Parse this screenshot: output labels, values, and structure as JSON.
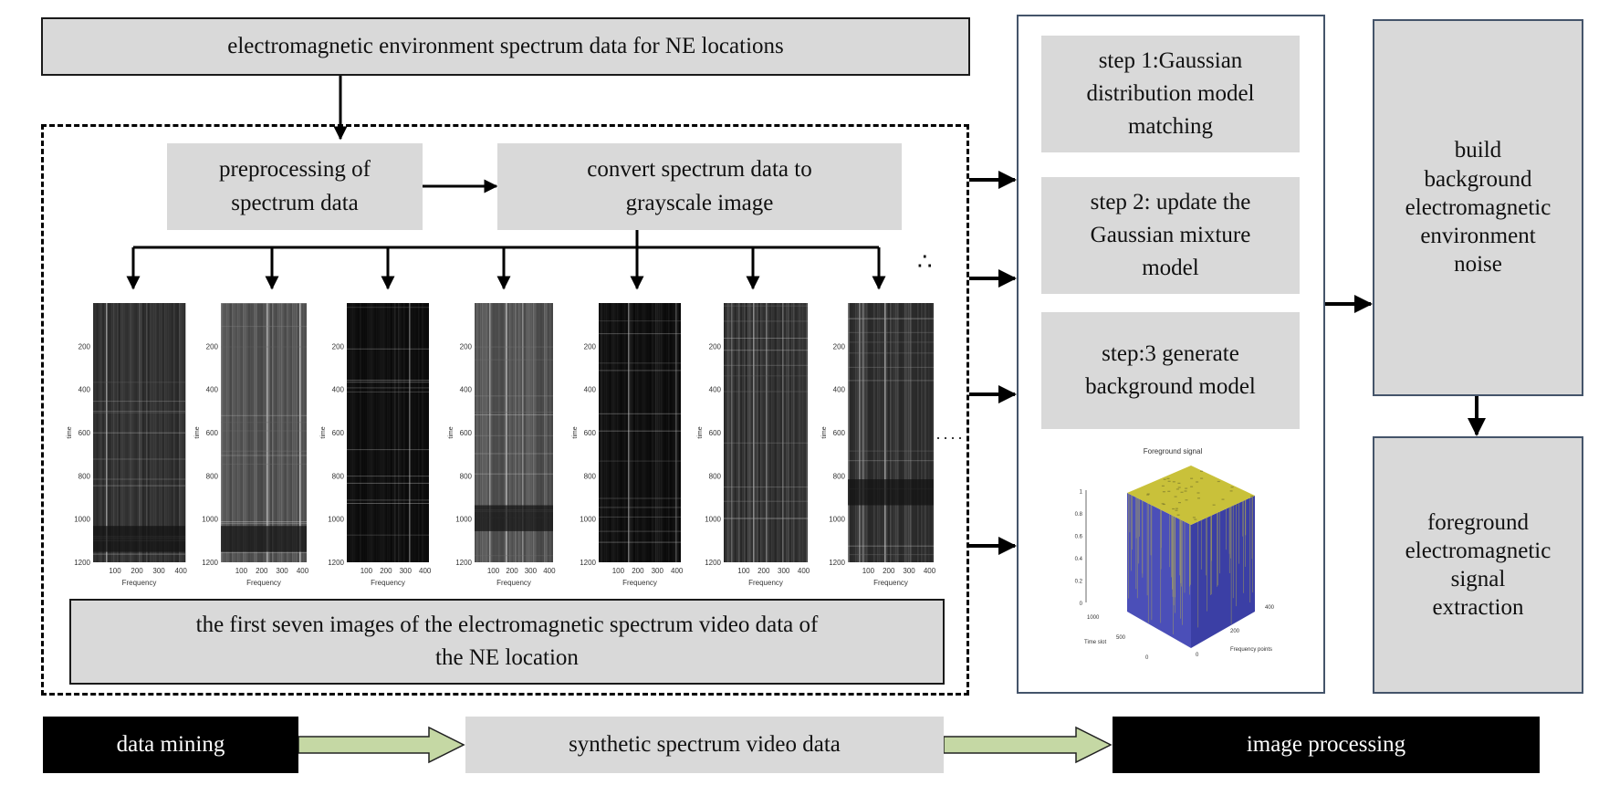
{
  "top_box": "electromagnetic environment spectrum data for NE locations",
  "preprocess": "preprocessing of\nspectrum data",
  "convert": "convert spectrum data to\ngrayscale image",
  "caption": "the first seven images of the electromagnetic spectrum video data of\nthe NE location",
  "spectrograms": [
    {
      "yticks": [
        "200",
        "400",
        "600",
        "800",
        "1000",
        "1200"
      ],
      "xticks": [
        "100",
        "200",
        "300",
        "400"
      ],
      "xlabel": "Frequency",
      "ylabel": "time",
      "tone": "mid"
    },
    {
      "yticks": [
        "200",
        "400",
        "600",
        "800",
        "1000",
        "1200"
      ],
      "xticks": [
        "100",
        "200",
        "300",
        "400"
      ],
      "xlabel": "Frequency",
      "ylabel": "time",
      "tone": "light"
    },
    {
      "yticks": [
        "200",
        "400",
        "600",
        "800",
        "1000",
        "1200"
      ],
      "xticks": [
        "100",
        "200",
        "300",
        "400"
      ],
      "xlabel": "Frequency",
      "ylabel": "time",
      "tone": "dark"
    },
    {
      "yticks": [
        "200",
        "400",
        "600",
        "800",
        "1000",
        "1200"
      ],
      "xticks": [
        "100",
        "200",
        "300",
        "400"
      ],
      "xlabel": "Frequency",
      "ylabel": "time",
      "tone": "light"
    },
    {
      "yticks": [
        "200",
        "400",
        "600",
        "800",
        "1000",
        "1200"
      ],
      "xticks": [
        "100",
        "200",
        "300",
        "400"
      ],
      "xlabel": "Frequency",
      "ylabel": "time",
      "tone": "dark"
    },
    {
      "yticks": [
        "200",
        "400",
        "600",
        "800",
        "1000",
        "1200"
      ],
      "xticks": [
        "100",
        "200",
        "300",
        "400"
      ],
      "xlabel": "Frequency",
      "ylabel": "time",
      "tone": "mid"
    },
    {
      "yticks": [
        "200",
        "400",
        "600",
        "800",
        "1000",
        "1200"
      ],
      "xticks": [
        "100",
        "200",
        "300",
        "400"
      ],
      "xlabel": "Frequency",
      "ylabel": "time",
      "tone": "mid"
    }
  ],
  "dots_top": "∴",
  "dots_mid": "·····",
  "steps": [
    "step 1:Gaussian\ndistribution model\nmatching",
    "step 2: update the\nGaussian mixture\nmodel",
    "step:3  generate\nbackground model"
  ],
  "plot3d": {
    "title": "Foreground signal",
    "xlabel": "Frequency points",
    "ylabel": "Time slot",
    "zticks": [
      "0",
      "0.2",
      "0.4",
      "0.6",
      "0.8",
      "1"
    ],
    "xticks": [
      "0",
      "200",
      "400"
    ],
    "yticks": [
      "0",
      "500",
      "1000"
    ],
    "top_color": "#c9c13a",
    "side_color": "#4b4fb8"
  },
  "build_bg": "build\nbackground\nelectromagnetic\nenvironment\nnoise",
  "fg_extract": "foreground\nelectromagnetic\nsignal\nextraction",
  "bottom": {
    "data_mining": "data mining",
    "synthetic": "synthetic spectrum video data",
    "image_processing": "image processing",
    "arrow_color": "#c5d8a4"
  }
}
